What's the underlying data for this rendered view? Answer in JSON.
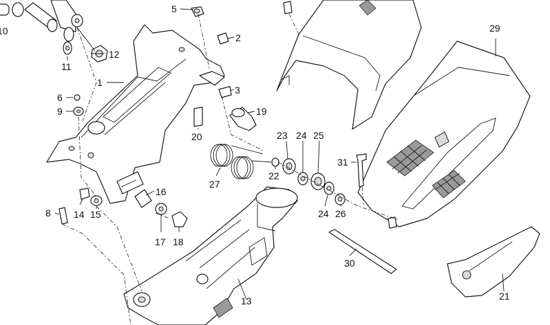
{
  "callouts": {
    "c1": "1",
    "c2": "2",
    "c3": "3",
    "c5": "5",
    "c6": "6",
    "c8": "8",
    "c9": "9",
    "c10": "10",
    "c11": "11",
    "c12": "12",
    "c13": "13",
    "c14": "14",
    "c15": "15",
    "c16": "16",
    "c17": "17",
    "c18": "18",
    "c19": "19",
    "c20": "20",
    "c21": "21",
    "c22": "22",
    "c23": "23",
    "c24a": "24",
    "c24b": "24",
    "c25": "25",
    "c26": "26",
    "c27": "27",
    "c29": "29",
    "c30": "30",
    "c31": "31"
  }
}
